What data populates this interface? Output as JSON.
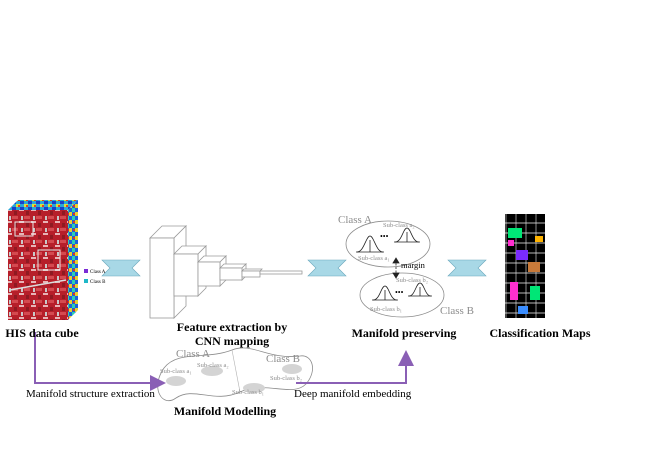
{
  "labels": {
    "cube": "HIS data cube",
    "cnn_line1": "Feature extraction by",
    "cnn_line2": "CNN mapping",
    "manifold_preserving": "Manifold preserving",
    "classification": "Classification Maps",
    "manifold_modelling": "Manifold Modelling",
    "structure_extraction": "Manifold structure extraction",
    "deep_embedding": "Deep manifold embedding",
    "margin": "margin",
    "ellipsis": "•••"
  },
  "cube_legend": [
    {
      "label": "Class A",
      "color": "#7a2bd6"
    },
    {
      "label": "Class B",
      "color": "#1fb8c8"
    }
  ],
  "classes_preserving": {
    "class_a": "Class A",
    "class_b": "Class B",
    "subclass_a1": "Sub-class a₁",
    "subclass_a2": "Sub-class a₂",
    "subclass_b1": "Sub-class b₁",
    "subclass_b2": "Sub-class b₂"
  },
  "classes_modelling": {
    "class_a": "Class A",
    "class_b": "Class B",
    "subclass_a1": "Sub-class a₁",
    "subclass_a2": "Sub-class a₂",
    "subclass_b1": "Sub-class b₁",
    "subclass_b2": "Sub-class b₂"
  },
  "colors": {
    "flow_arrow": "#a8d8e6",
    "flow_arrow_border": "#6aa8bd",
    "purple_arrow": "#8a5fb5",
    "gray_text": "#8c8c8c"
  }
}
